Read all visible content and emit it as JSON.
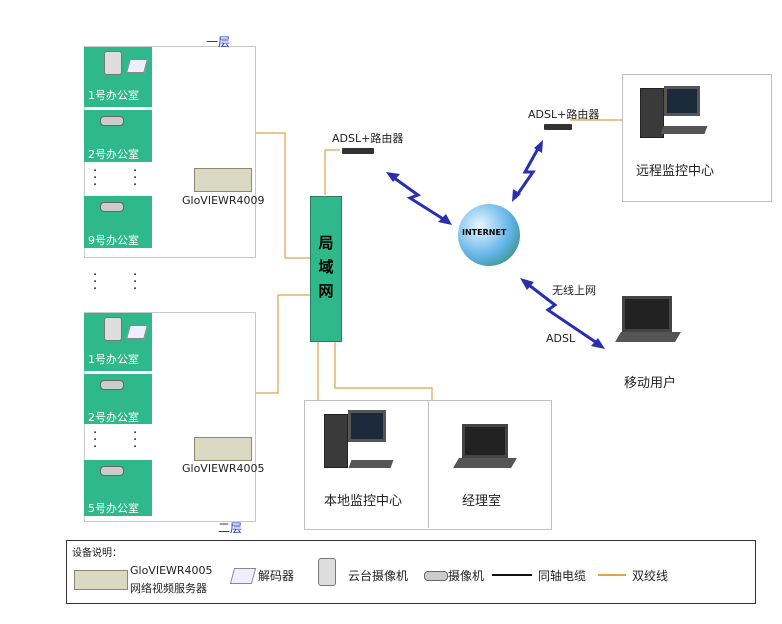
{
  "floor1": {
    "title": "一层",
    "rooms": [
      "1号办公室",
      "2号办公室",
      "9号办公室"
    ],
    "dvr_label": "GloVIEWR4009"
  },
  "floor2": {
    "title": "二层",
    "rooms": [
      "1号办公室",
      "2号办公室",
      "5号办公室"
    ],
    "dvr_label": "GloVIEWR4005"
  },
  "lan": {
    "chars": [
      "局",
      "域",
      "网"
    ]
  },
  "router_left": "ADSL+路由器",
  "router_right": "ADSL+路由器",
  "internet": "INTERNET",
  "remote_center": "远程监控中心",
  "wireless": "无线上网",
  "adsl": "ADSL",
  "mobile_user": "移动用户",
  "local_center": "本地监控中心",
  "manager_room": "经理室",
  "legend": {
    "title": "设备说明：",
    "dvr_line1": "GloVIEWR4005",
    "dvr_line2": "网络视频服务器",
    "decoder": "解码器",
    "ptz_camera": "云台摄像机",
    "camera": "摄像机",
    "coax": "同轴电缆",
    "twisted": "双绞线"
  },
  "colors": {
    "room_green": "#2fb98a",
    "coax_line": "#111111",
    "twisted_line": "#e0a24a",
    "wireless_bolt": "#2a2fb0",
    "floor_label": "#2233cc"
  }
}
